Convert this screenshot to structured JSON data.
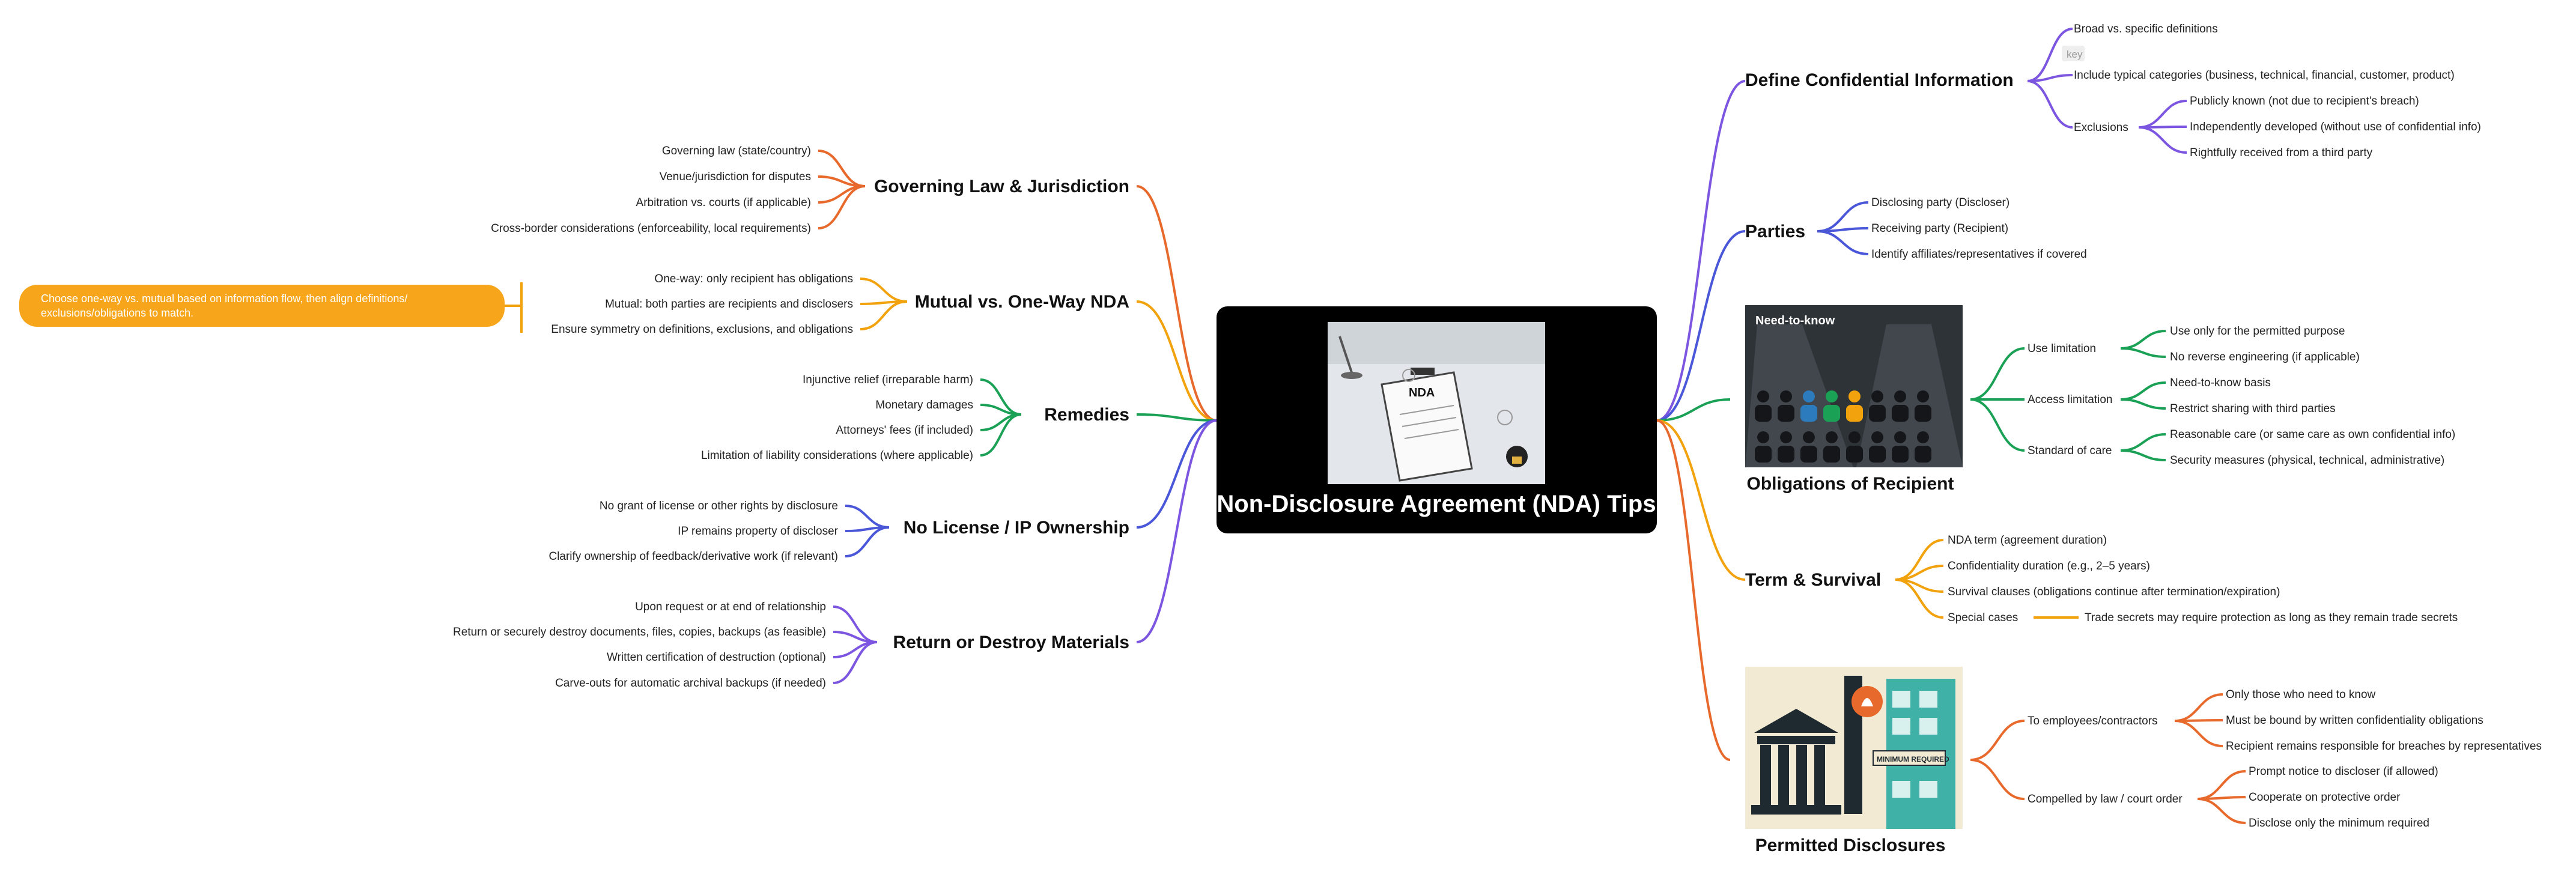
{
  "colors": {
    "orange": "#e8692c",
    "amber": "#f2a20c",
    "green": "#1aa155",
    "blue": "#4a57d8",
    "violet": "#7c56e0",
    "callout_bg": "#f7a51a",
    "center_bg": "#000000"
  },
  "center": {
    "title": "Non-Disclosure Agreement (NDA) Tips",
    "image_label": "NDA"
  },
  "callout": {
    "text_line1": "Choose one-way vs. mutual based on information flow, then align definitions/",
    "text_line2": "exclusions/obligations to match."
  },
  "left_branches": [
    {
      "title": "Governing Law & Jurisdiction",
      "color": "#e8692c",
      "items": [
        "Governing law (state/country)",
        "Venue/jurisdiction for disputes",
        "Arbitration vs. courts (if applicable)",
        "Cross-border considerations (enforceability, local requirements)"
      ]
    },
    {
      "title": "Mutual vs. One-Way NDA",
      "color": "#f2a20c",
      "items": [
        "One-way: only recipient has obligations",
        "Mutual: both parties are recipients and disclosers",
        "Ensure symmetry on definitions, exclusions, and obligations"
      ]
    },
    {
      "title": "Remedies",
      "color": "#1aa155",
      "items": [
        "Injunctive relief (irreparable harm)",
        "Monetary damages",
        "Attorneys' fees (if included)",
        "Limitation of liability considerations (where applicable)"
      ]
    },
    {
      "title": "No License / IP Ownership",
      "color": "#4a57d8",
      "items": [
        "No grant of license or other rights by disclosure",
        "IP remains property of discloser",
        "Clarify ownership of feedback/derivative work (if relevant)"
      ]
    },
    {
      "title": "Return or Destroy Materials",
      "color": "#7c56e0",
      "items": [
        "Upon request or at end of relationship",
        "Return or securely destroy documents, files, copies, backups (as feasible)",
        "Written certification of destruction (optional)",
        "Carve-outs for automatic archival backups (if needed)"
      ]
    }
  ],
  "right_branches": {
    "define": {
      "title": "Define Confidential Information",
      "color": "#7c56e0",
      "items": [
        "Broad vs. specific definitions",
        "Include typical categories (business, technical, financial, customer, product)"
      ],
      "key_tag": "key",
      "exclusions_label": "Exclusions",
      "exclusions": [
        "Publicly known (not due to recipient's breach)",
        "Independently developed (without use of confidential info)",
        "Rightfully received from a third party"
      ]
    },
    "parties": {
      "title": "Parties",
      "color": "#4a57d8",
      "items": [
        "Disclosing party (Discloser)",
        "Receiving party (Recipient)",
        "Identify affiliates/representatives if covered"
      ]
    },
    "obligations": {
      "title": "Obligations of Recipient",
      "color": "#1aa155",
      "image_caption": "Need-to-know",
      "groups": [
        {
          "label": "Use limitation",
          "items": [
            "Use only for the permitted purpose",
            "No reverse engineering (if applicable)"
          ]
        },
        {
          "label": "Access limitation",
          "items": [
            "Need-to-know basis",
            "Restrict sharing with third parties"
          ]
        },
        {
          "label": "Standard of care",
          "items": [
            "Reasonable care (or same care as own confidential info)",
            "Security measures (physical, technical, administrative)"
          ]
        }
      ]
    },
    "term": {
      "title": "Term & Survival",
      "color": "#f2a20c",
      "items": [
        "NDA term (agreement duration)",
        "Confidentiality duration (e.g., 2–5 years)",
        "Survival clauses (obligations continue after termination/expiration)"
      ],
      "special_label": "Special cases",
      "special_item": "Trade secrets may require protection as long as they remain trade secrets"
    },
    "permitted": {
      "title": "Permitted Disclosures",
      "color": "#e8692c",
      "image_caption": "MINIMUM REQUIRED",
      "groups": [
        {
          "label": "To employees/contractors",
          "items": [
            "Only those who need to know",
            "Must be bound by written confidentiality obligations",
            "Recipient remains responsible for breaches by representatives"
          ]
        },
        {
          "label": "Compelled by law / court order",
          "items": [
            "Prompt notice to discloser (if allowed)",
            "Cooperate on protective order",
            "Disclose only the minimum required"
          ]
        }
      ]
    }
  }
}
